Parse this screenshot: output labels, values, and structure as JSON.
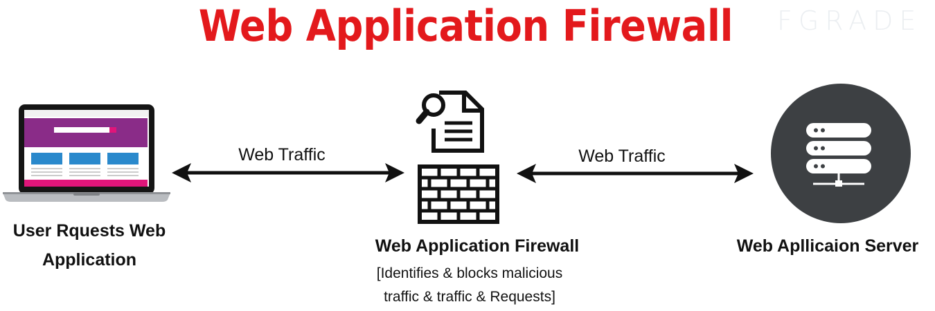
{
  "header": {
    "title": "Web Application Firewall",
    "brand": "FGRADE"
  },
  "colors": {
    "title": "#e3191c",
    "brand": "#e9edf0",
    "ink": "#111111",
    "server_disc": "#3d4043",
    "laptop_header": "#8a2c88",
    "laptop_tiles": "#2a89cc",
    "laptop_footer": "#e0157a"
  },
  "nodes": {
    "user": {
      "label_line1": "User Rquests Web",
      "label_line2": "Application",
      "icon": "laptop-icon"
    },
    "firewall": {
      "label": "Web Application Firewall",
      "note_line1": "[Identifies & blocks malicious",
      "note_line2": "traffic & traffic & Requests]",
      "icons": [
        "document-search-icon",
        "brick-wall-icon"
      ]
    },
    "server": {
      "label": "Web Apllicaion Server",
      "icon": "server-icon"
    }
  },
  "edges": {
    "left": {
      "label": "Web Traffic",
      "icon": "double-arrow-icon"
    },
    "right": {
      "label": "Web Traffic",
      "icon": "double-arrow-icon"
    }
  }
}
